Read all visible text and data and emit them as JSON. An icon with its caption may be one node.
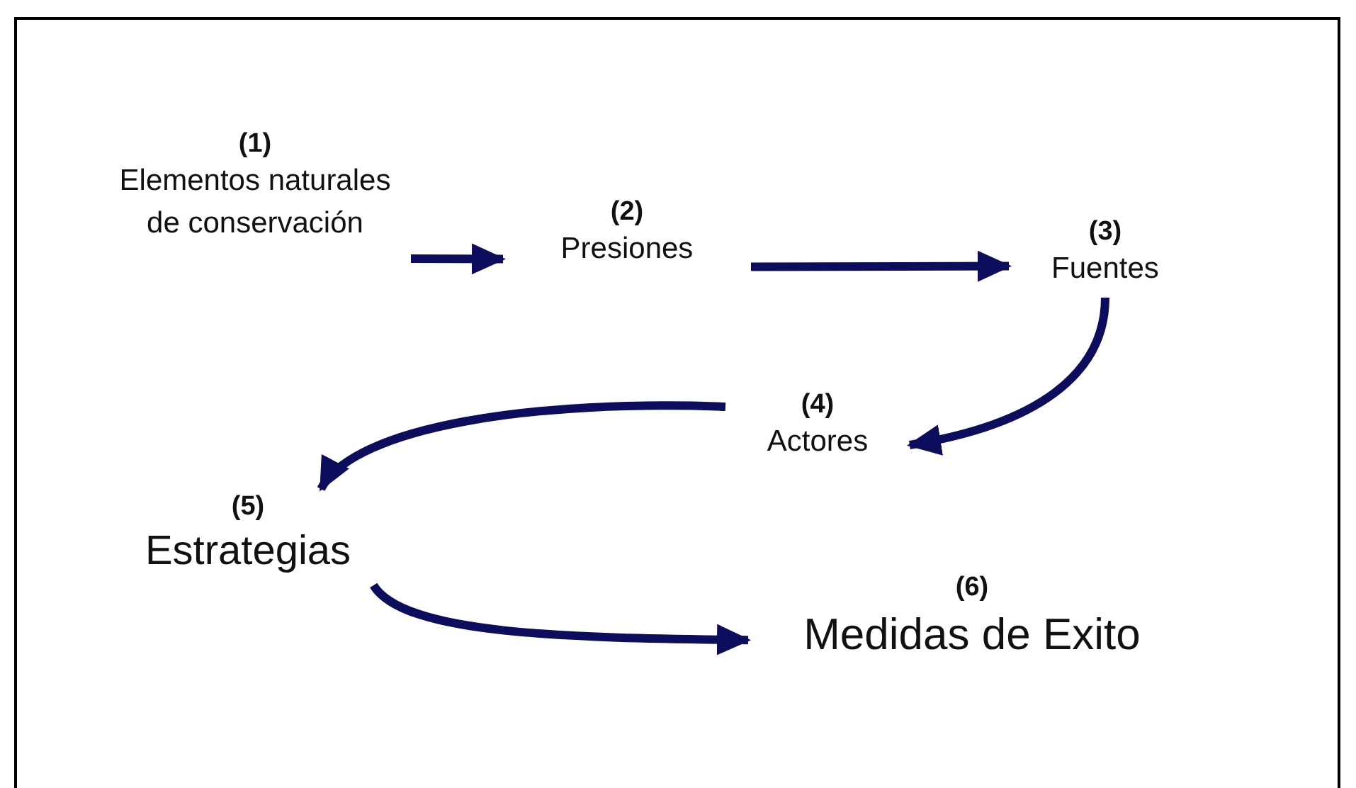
{
  "diagram": {
    "nodes": [
      {
        "text": [
          "(1)",
          "Elementos naturales de conservación"
        ]
      },
      {
        "text": [
          "(2)",
          "Presiones"
        ]
      },
      {
        "text": [
          "(3)",
          "Fuentes"
        ]
      },
      {
        "text": [
          "(4)",
          "Actores"
        ]
      },
      {
        "text": [
          "(5)",
          "Estrategias"
        ]
      },
      {
        "text": [
          "(6)",
          "Medidas de Exito"
        ]
      }
    ],
    "edges": [
      {
        "from": 0,
        "to": 1,
        "arrow": "to"
      },
      {
        "from": 1,
        "to": 2,
        "arrow": "to"
      },
      {
        "from": 2,
        "to": 3,
        "arrow": "to"
      },
      {
        "from": 3,
        "to": 4,
        "arrow": "to"
      },
      {
        "from": 4,
        "to": 5,
        "arrow": "to"
      }
    ]
  }
}
